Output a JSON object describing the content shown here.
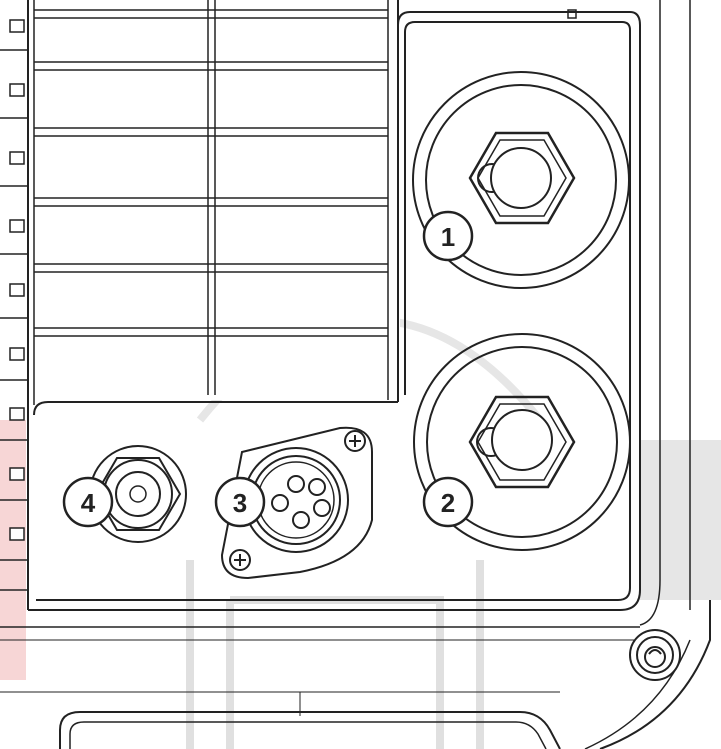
{
  "diagram": {
    "callouts": [
      {
        "id": "1",
        "label": "1"
      },
      {
        "id": "2",
        "label": "2"
      },
      {
        "id": "3",
        "label": "3"
      },
      {
        "id": "4",
        "label": "4"
      }
    ],
    "colors": {
      "line": "#222222",
      "callout_fill": "#ffffff",
      "watermark_red": "#f7d6d6",
      "watermark_gray": "#e2e2e2"
    }
  }
}
